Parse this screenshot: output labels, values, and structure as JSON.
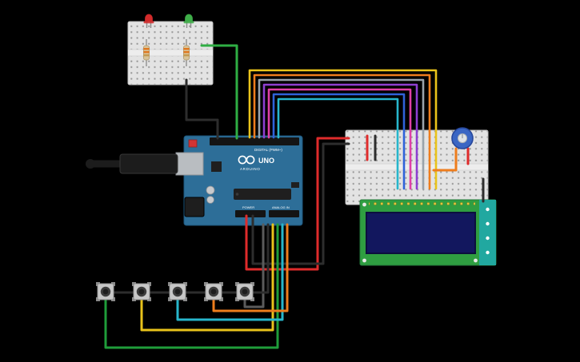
{
  "canvas": {
    "bg": "#000000"
  },
  "components": {
    "usb_cable": {
      "name": "USB Cable",
      "color": "#1c1c1c"
    },
    "arduino": {
      "name": "Arduino Uno R3",
      "board_color": "#2d6e98",
      "labels": {
        "logo": "UNO",
        "brand": "ARDUINO",
        "digital": "DIGITAL (PWM~)",
        "power": "POWER",
        "analog": "ANALOG IN"
      }
    },
    "breadboard_small": {
      "name": "Mini Breadboard",
      "base_color": "#e3e3e3"
    },
    "breadboard_large": {
      "name": "Breadboard",
      "base_color": "#e3e3e3"
    },
    "leds": [
      {
        "name": "LED red",
        "color": "#d22b2b"
      },
      {
        "name": "LED green",
        "color": "#3fae49"
      }
    ],
    "resistors": [
      {
        "name": "Resistor",
        "body_color": "#d8c49a"
      },
      {
        "name": "Resistor",
        "body_color": "#d8c49a"
      }
    ],
    "potentiometer": {
      "name": "Potentiometer",
      "knob_color": "#3a66c4"
    },
    "lcd": {
      "name": "LCD 16x2",
      "board_color": "#2f9e41",
      "screen_color": "#12175e",
      "tab_color": "#21a8a0"
    },
    "pushbuttons": [
      {
        "name": "Pushbutton 1"
      },
      {
        "name": "Pushbutton 2"
      },
      {
        "name": "Pushbutton 3"
      },
      {
        "name": "Pushbutton 4"
      },
      {
        "name": "Pushbutton 5"
      }
    ]
  },
  "wires": [
    {
      "name": "green-signal-breadboard-to-digital",
      "color": "#2fae44"
    },
    {
      "name": "black-ground-mini-breadboard",
      "color": "#2d2d2d"
    },
    {
      "name": "yellow-lcd-data",
      "color": "#e9c31b"
    },
    {
      "name": "orange-lcd-data",
      "color": "#ee7d1d"
    },
    {
      "name": "gray-lcd-data",
      "color": "#9aa3ab"
    },
    {
      "name": "purple-lcd-data",
      "color": "#8e3fd0"
    },
    {
      "name": "pink-lcd-data",
      "color": "#e03fa7"
    },
    {
      "name": "blue-lcd-data",
      "color": "#2f62d9"
    },
    {
      "name": "cyan-lcd-data",
      "color": "#27b6cc"
    },
    {
      "name": "red-5v-to-breadboard",
      "color": "#df2b2b"
    },
    {
      "name": "black-gnd-to-breadboard",
      "color": "#2d2d2d"
    },
    {
      "name": "red-breadboard-jumper",
      "color": "#df2b2b"
    },
    {
      "name": "black-breadboard-jumper",
      "color": "#2d2d2d"
    },
    {
      "name": "orange-potentiometer",
      "color": "#ee7d1d"
    },
    {
      "name": "black-lcd-right",
      "color": "#2d2d2d"
    },
    {
      "name": "green-button1",
      "color": "#1f9d3a"
    },
    {
      "name": "yellow-button2",
      "color": "#e9c31b"
    },
    {
      "name": "cyan-button3",
      "color": "#27b6cc"
    },
    {
      "name": "orange-button4",
      "color": "#ee7d1d"
    },
    {
      "name": "gray-button5",
      "color": "#5b5b5b"
    },
    {
      "name": "black-button-ground-bus",
      "color": "#2d2d2d"
    },
    {
      "name": "red-pot-jumper",
      "color": "#df2b2b"
    }
  ]
}
